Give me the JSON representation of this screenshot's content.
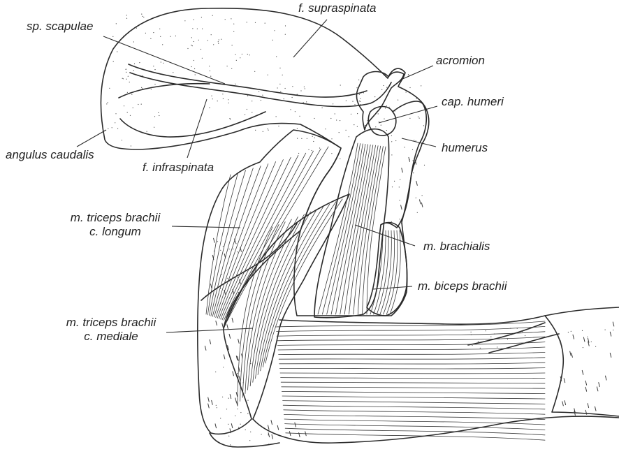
{
  "labels": {
    "supraspinata": "f. supraspinata",
    "sp_scapulae": "sp. scapulae",
    "acromion": "acromion",
    "cap_humeri": "cap. humeri",
    "humerus": "humerus",
    "angulus_caudalis": "angulus caudalis",
    "infraspinata": "f. infraspinata",
    "triceps_longum": [
      "m. triceps brachii",
      "c. longum"
    ],
    "brachialis": "m. brachialis",
    "biceps": "m. biceps brachii",
    "triceps_mediale": [
      "m. triceps brachii",
      "c. mediale"
    ]
  },
  "colors": {
    "ink": "#2a2a2a",
    "paper": "#ffffff"
  }
}
